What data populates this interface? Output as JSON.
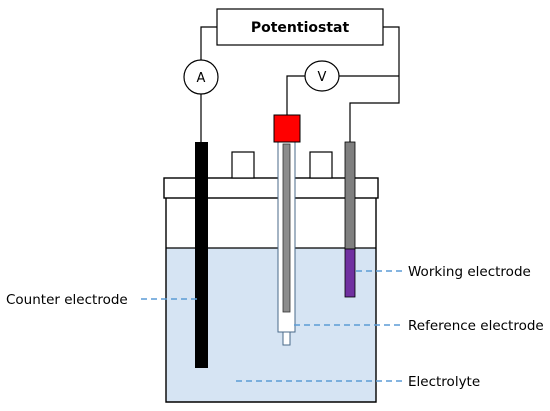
{
  "diagram": {
    "instrument_label": "Potentiostat",
    "ammeter_symbol": "A",
    "voltmeter_symbol": "V",
    "labels": {
      "working_electrode": "Working electrode",
      "counter_electrode": "Counter electrode",
      "reference_electrode": "Reference electrode",
      "electrolyte": "Electrolyte"
    },
    "colors": {
      "electrolyte": "#d6e4f3",
      "leader_line": "#5b9bd5",
      "reference_cap": "#ff0000",
      "working_tip": "#7030a0",
      "working_body": "#7f7f7f",
      "counter_electrode": "#000000"
    }
  }
}
